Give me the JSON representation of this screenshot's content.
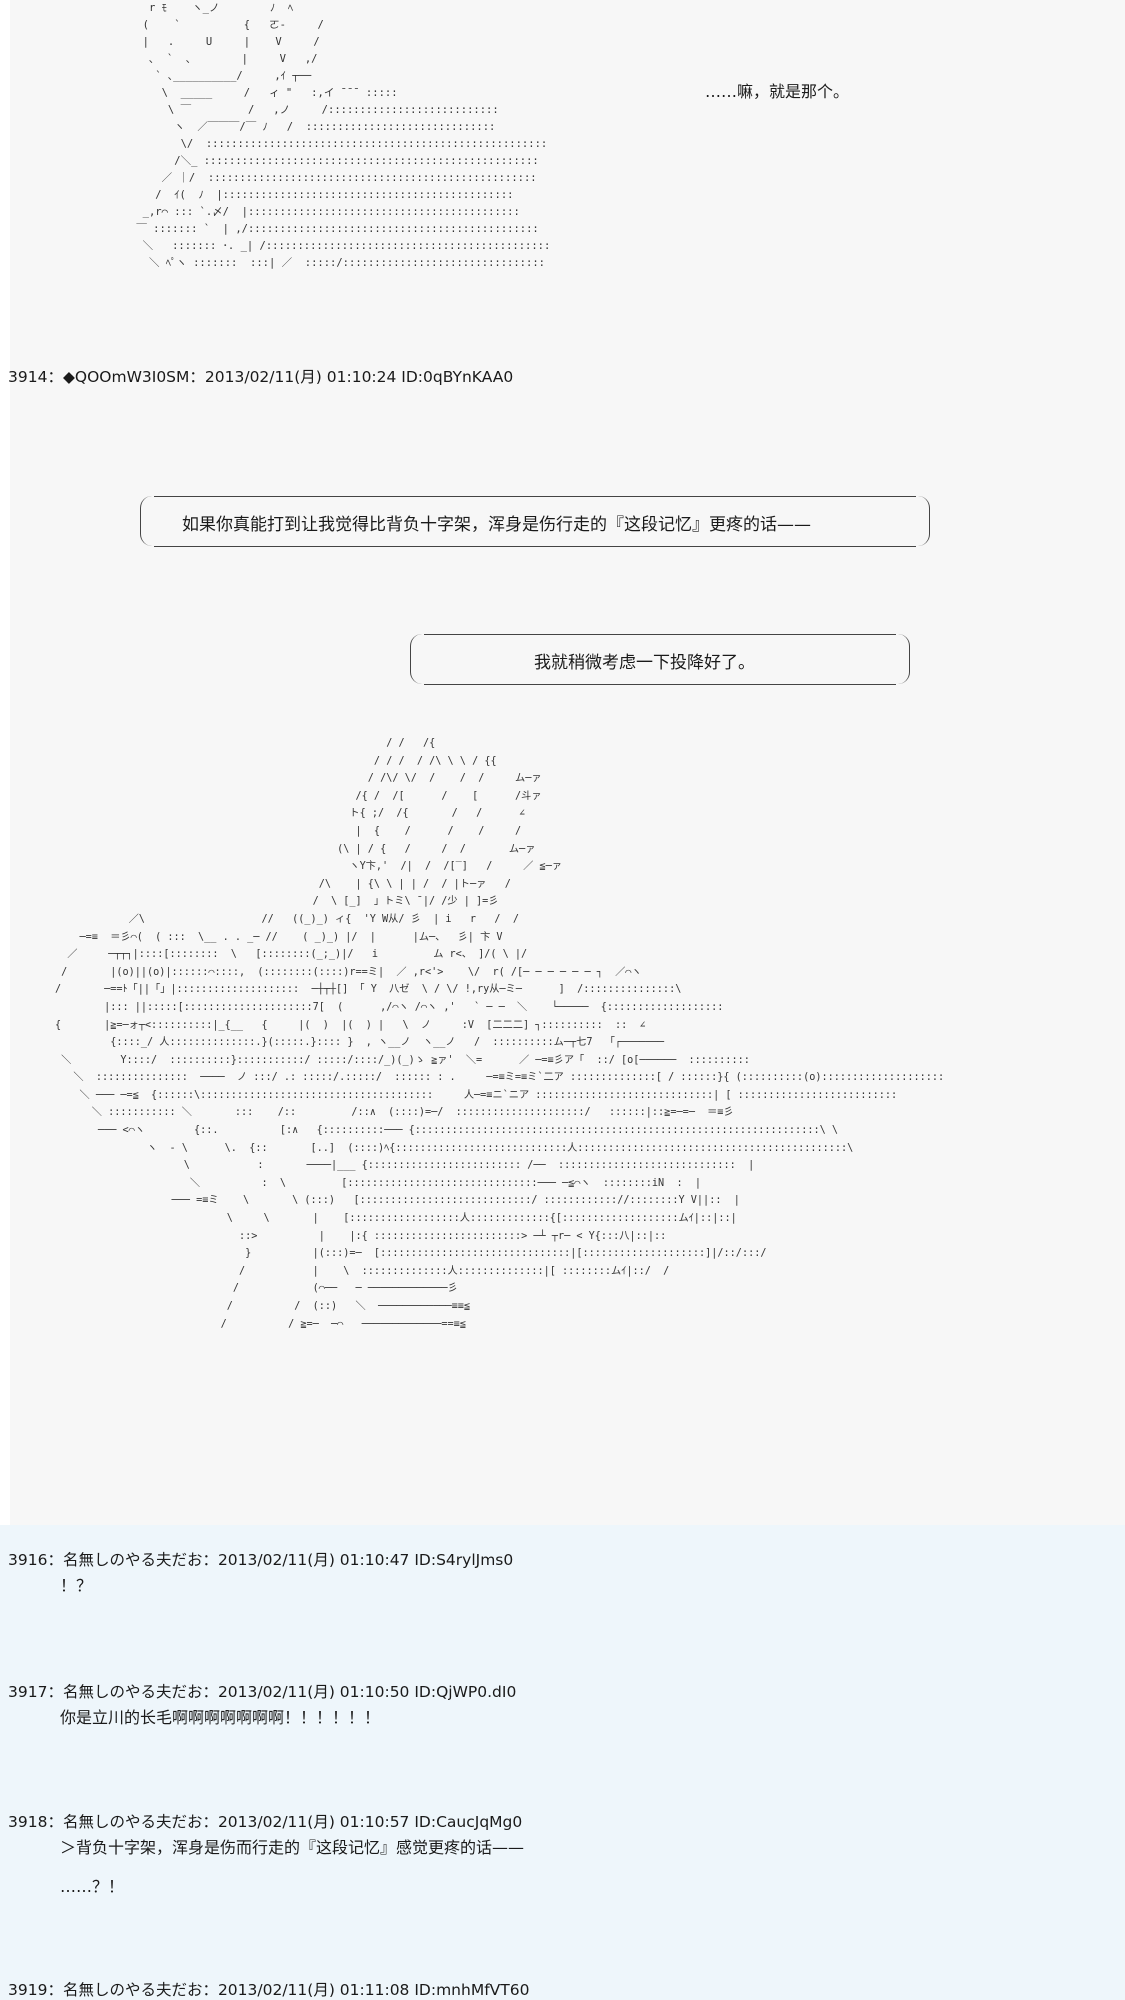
{
  "dialogue_top": "……嘛，就是那个。",
  "posts": [
    {
      "header": "3914：◆QOOmW3I0SM：2013/02/11(月) 01:10:24 ID:0qBYnKAA0",
      "body": []
    },
    {
      "header": "3916：名無しのやる夫だお：2013/02/11(月) 01:10:47 ID:S4rylJms0",
      "body": [
        "！？"
      ]
    },
    {
      "header": "3917：名無しのやる夫だお：2013/02/11(月) 01:10:50 ID:QjWP0.dI0",
      "body": [
        "你是立川的长毛啊啊啊啊啊啊啊！！！！！！"
      ]
    },
    {
      "header": "3918：名無しのやる夫だお：2013/02/11(月) 01:10:57 ID:CaucJqMg0",
      "body": [
        "＞背负十字架，浑身是伤而行走的『这段记忆』感觉更疼的话——",
        "",
        "……？！"
      ]
    },
    {
      "header": "3919：名無しのやる夫だお：2013/02/11(月) 01:11:08 ID:mnhMfVT60",
      "body": []
    }
  ],
  "bubbles": [
    "如果你真能打到让我觉得比背负十字架，浑身是伤行走的『这段记忆』更疼的话——",
    "我就稍微考虑一下投降好了。"
  ]
}
